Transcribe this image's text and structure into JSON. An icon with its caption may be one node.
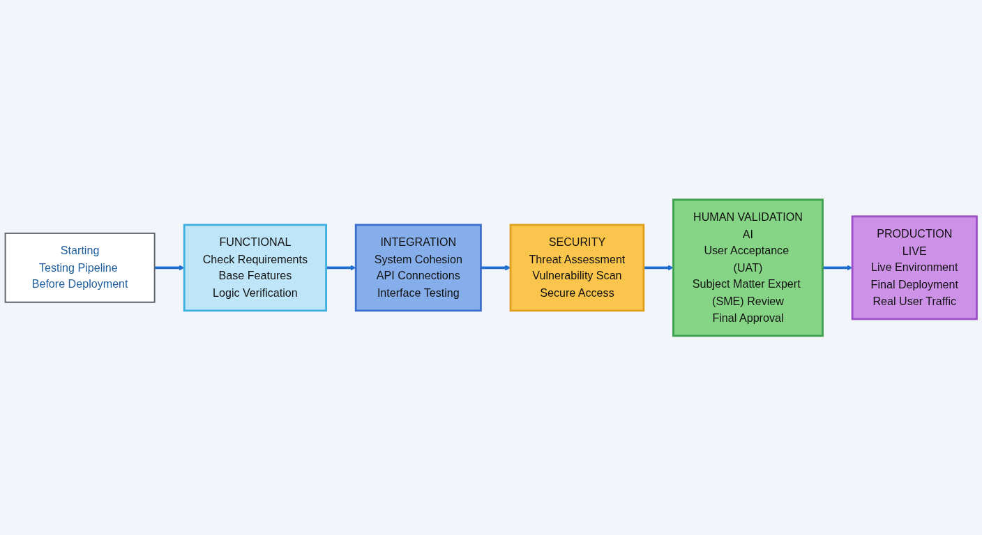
{
  "diagram": {
    "nodes": [
      {
        "text": [
          "Starting",
          "Testing Pipeline Before Deployment"
        ]
      },
      {
        "text": [
          "FUNCTIONAL",
          "Check Requirements",
          "Base Features",
          "Logic Verification"
        ]
      },
      {
        "text": [
          "INTEGRATION",
          "System Cohesion",
          "API Connections",
          "Interface Testing"
        ]
      },
      {
        "text": [
          "SECURITY",
          "Threat Assessment",
          "Vulnerability Scan",
          "Secure Access"
        ]
      },
      {
        "text": [
          "HUMAN VALIDATION",
          "AI",
          "User Acceptance (UAT)",
          "Subject Matter Expert (SME) Review",
          "Final Approval"
        ]
      },
      {
        "text": [
          "PRODUCTION",
          "LIVE",
          "Live Environment",
          "Final Deployment",
          "Real User Traffic"
        ]
      }
    ],
    "edges": [
      {
        "from": 0,
        "to": 1,
        "arrow": "to"
      },
      {
        "from": 1,
        "to": 2,
        "arrow": "to"
      },
      {
        "from": 2,
        "to": 3,
        "arrow": "to"
      },
      {
        "from": 3,
        "to": 4,
        "arrow": "to"
      },
      {
        "from": 4,
        "to": 5,
        "arrow": "to"
      }
    ]
  }
}
